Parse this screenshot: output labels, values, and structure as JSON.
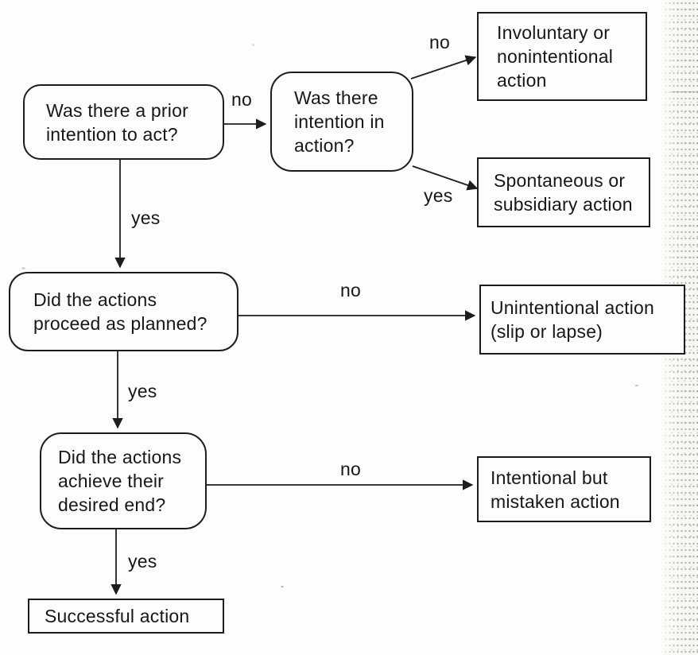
{
  "figure": {
    "type": "flowchart",
    "ink_color": "#1d1d1d",
    "background_color": "#fdfdfb",
    "page_edge_color": "#f7f6f2"
  },
  "nodes": {
    "q1": {
      "label": "Was there a prior\nintention to act?"
    },
    "q2": {
      "label": "Was there\nintention in\naction?"
    },
    "q3": {
      "label": "Did the actions\nproceed as planned?"
    },
    "q4": {
      "label": "Did the actions\nachieve their\ndesired end?"
    },
    "o_involuntary": {
      "label": "Involuntary or\nnonintentional\naction"
    },
    "o_spontaneous": {
      "label": "Spontaneous or\nsubsidiary action"
    },
    "o_unintentional": {
      "label": "Unintentional action\n(slip or lapse)"
    },
    "o_mistaken": {
      "label": "Intentional but\nmistaken action"
    },
    "o_successful": {
      "label": "Successful action"
    }
  },
  "edge_labels": {
    "q1_to_q2": "no",
    "q2_to_involuntary": "no",
    "q2_to_spontaneous": "yes",
    "q1_to_q3": "yes",
    "q3_to_unintentional": "no",
    "q3_to_q4": "yes",
    "q4_to_mistaken": "no",
    "q4_to_successful": "yes"
  }
}
